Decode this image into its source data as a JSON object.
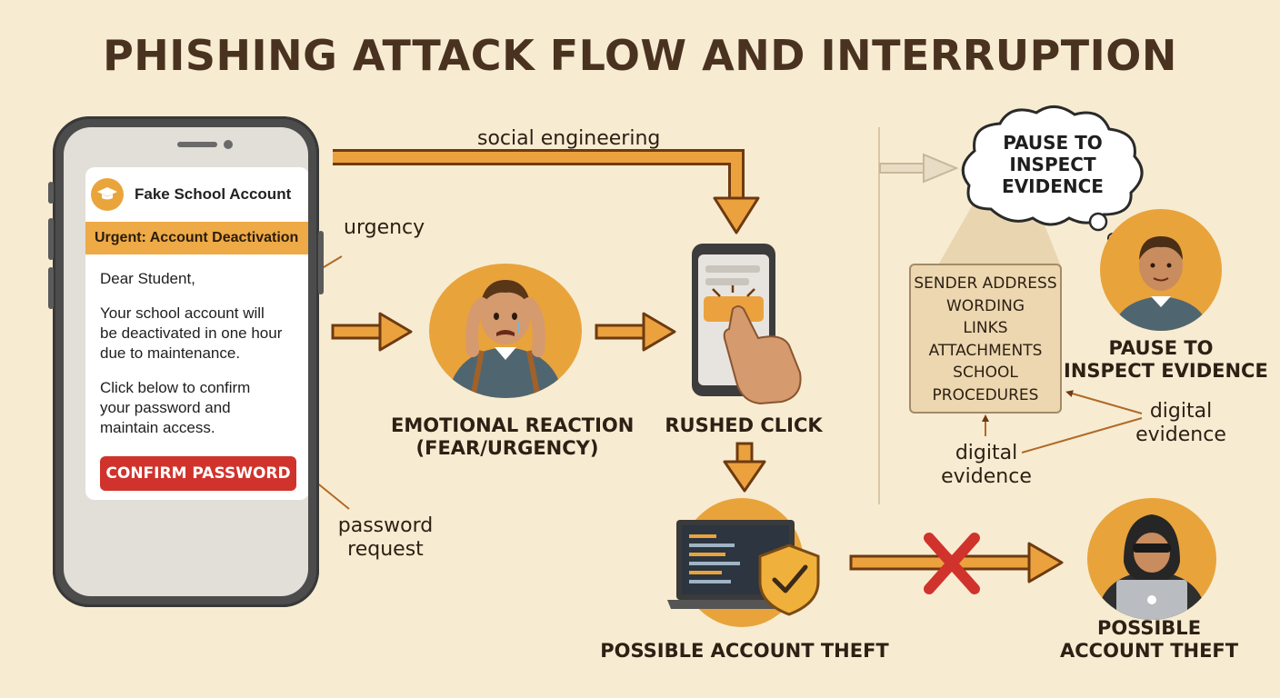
{
  "title": "PHISHING ATTACK FLOW AND INTERRUPTION",
  "email": {
    "sender": "Fake School Account",
    "subject": "Urgent: Account Deactivation",
    "greeting": "Dear Student,",
    "paragraph1": [
      "Your school account will",
      "be deactivated in one hour",
      "due to maintenance."
    ],
    "paragraph2": [
      "Click below to confirm",
      "your password and",
      "maintain access."
    ],
    "button_label": "CONFIRM PASSWORD"
  },
  "annotations": {
    "urgency": "urgency",
    "password_request": [
      "password",
      "request"
    ],
    "social_engineering": "social engineering",
    "digital_evidence_1": [
      "digital",
      "evidence"
    ],
    "digital_evidence_2": [
      "digital",
      "evidence"
    ]
  },
  "steps": {
    "emotional_reaction": [
      "EMOTIONAL REACTION",
      "(FEAR/URGENCY)"
    ],
    "rushed_click": "RUSHED CLICK",
    "account_theft_center": "POSSIBLE ACCOUNT THEFT",
    "pause_inspect": [
      "PAUSE TO",
      "INSPECT EVIDENCE"
    ],
    "account_theft_right": [
      "POSSIBLE",
      "ACCOUNT THEFT"
    ]
  },
  "thought_cloud": [
    "PAUSE TO",
    "INSPECT",
    "EVIDENCE"
  ],
  "checklist": [
    "SENDER ADDRESS",
    "WORDING",
    "LINKS",
    "ATTACHMENTS",
    "SCHOOL",
    "PROCEDURES"
  ],
  "colors": {
    "background": "#f7ecd2",
    "accent_orange": "#e9a33b",
    "alert_red": "#d0332c",
    "text_brown": "#4a3220"
  }
}
